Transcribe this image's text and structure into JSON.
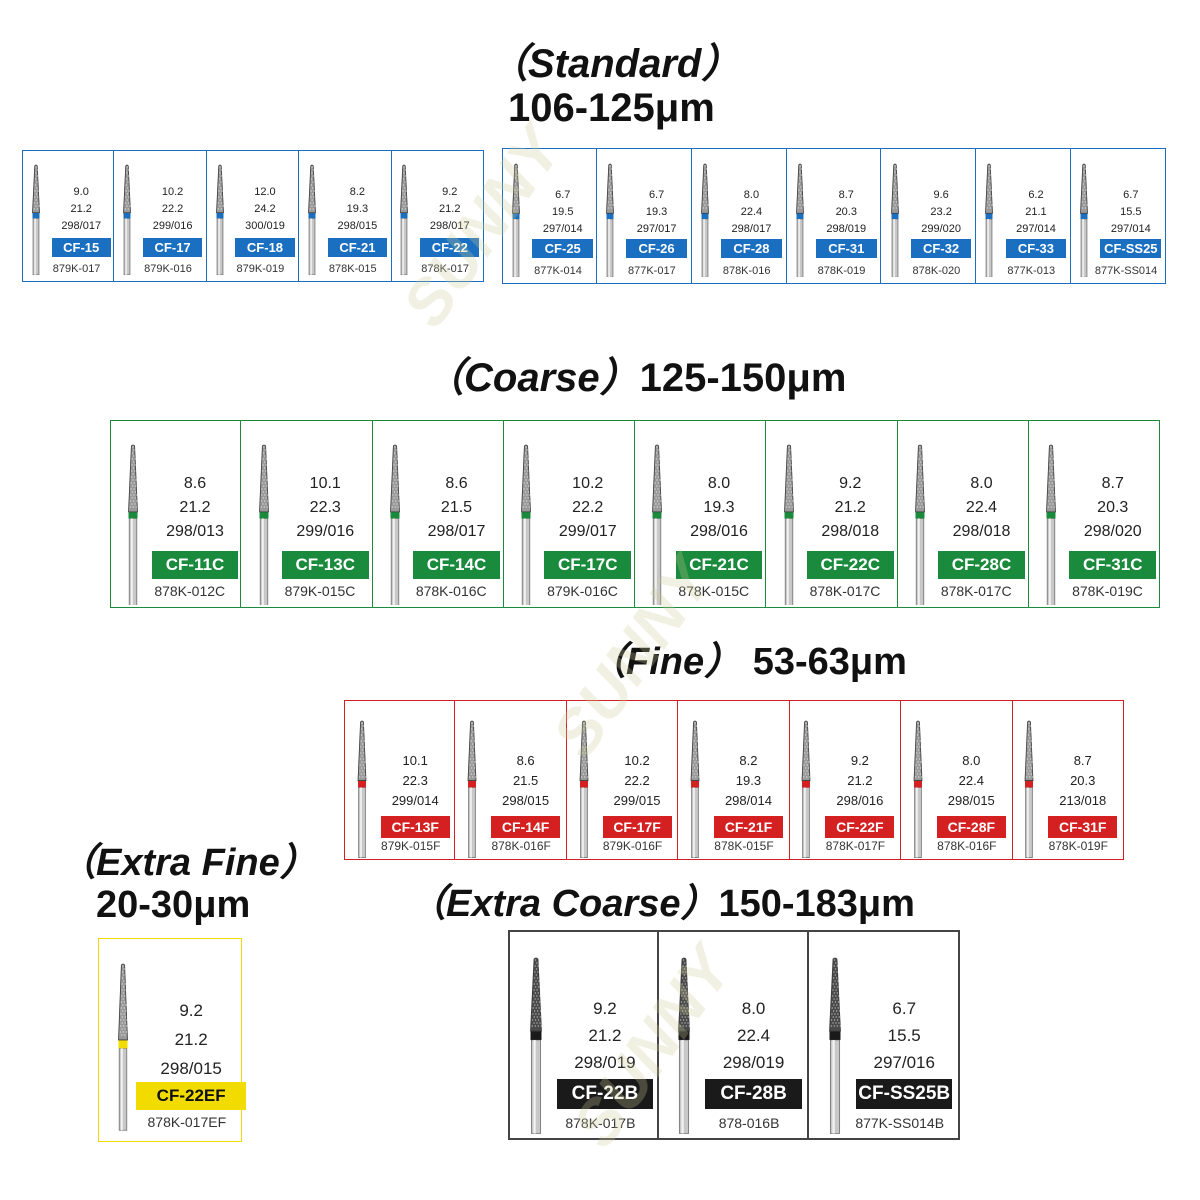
{
  "colors": {
    "standard": "#1a6fc0",
    "coarse": "#1a8a3c",
    "fine": "#d42020",
    "extra_fine": "#f2dc00",
    "extra_coarse": "#1a1a1a"
  },
  "watermark": "SUNNY",
  "standard": {
    "name": "（Standard）",
    "range": "106-125μm",
    "group1": [
      {
        "v1": "9.0",
        "v2": "21.2",
        "v3": "298/017",
        "badge": "CF-15",
        "code": "879K-017"
      },
      {
        "v1": "10.2",
        "v2": "22.2",
        "v3": "299/016",
        "badge": "CF-17",
        "code": "879K-016"
      },
      {
        "v1": "12.0",
        "v2": "24.2",
        "v3": "300/019",
        "badge": "CF-18",
        "code": "879K-019"
      },
      {
        "v1": "8.2",
        "v2": "19.3",
        "v3": "298/015",
        "badge": "CF-21",
        "code": "878K-015"
      },
      {
        "v1": "9.2",
        "v2": "21.2",
        "v3": "298/017",
        "badge": "CF-22",
        "code": "878K-017"
      }
    ],
    "group2": [
      {
        "v1": "6.7",
        "v2": "19.5",
        "v3": "297/014",
        "badge": "CF-25",
        "code": "877K-014"
      },
      {
        "v1": "6.7",
        "v2": "19.3",
        "v3": "297/017",
        "badge": "CF-26",
        "code": "877K-017"
      },
      {
        "v1": "8.0",
        "v2": "22.4",
        "v3": "298/017",
        "badge": "CF-28",
        "code": "878K-016"
      },
      {
        "v1": "8.7",
        "v2": "20.3",
        "v3": "298/019",
        "badge": "CF-31",
        "code": "878K-019"
      },
      {
        "v1": "9.6",
        "v2": "23.2",
        "v3": "299/020",
        "badge": "CF-32",
        "code": "878K-020"
      },
      {
        "v1": "6.2",
        "v2": "21.1",
        "v3": "297/014",
        "badge": "CF-33",
        "code": "877K-013"
      },
      {
        "v1": "6.7",
        "v2": "15.5",
        "v3": "297/014",
        "badge": "CF-SS25",
        "code": "877K-SS014"
      }
    ]
  },
  "coarse": {
    "name": "（Coarse）",
    "range": "125-150μm",
    "items": [
      {
        "v1": "8.6",
        "v2": "21.2",
        "v3": "298/013",
        "badge": "CF-11C",
        "code": "878K-012C"
      },
      {
        "v1": "10.1",
        "v2": "22.3",
        "v3": "299/016",
        "badge": "CF-13C",
        "code": "879K-015C"
      },
      {
        "v1": "8.6",
        "v2": "21.5",
        "v3": "298/017",
        "badge": "CF-14C",
        "code": "878K-016C"
      },
      {
        "v1": "10.2",
        "v2": "22.2",
        "v3": "299/017",
        "badge": "CF-17C",
        "code": "879K-016C"
      },
      {
        "v1": "8.0",
        "v2": "19.3",
        "v3": "298/016",
        "badge": "CF-21C",
        "code": "878K-015C"
      },
      {
        "v1": "9.2",
        "v2": "21.2",
        "v3": "298/018",
        "badge": "CF-22C",
        "code": "878K-017C"
      },
      {
        "v1": "8.0",
        "v2": "22.4",
        "v3": "298/018",
        "badge": "CF-28C",
        "code": "878K-017C"
      },
      {
        "v1": "8.7",
        "v2": "20.3",
        "v3": "298/020",
        "badge": "CF-31C",
        "code": "878K-019C"
      }
    ]
  },
  "fine": {
    "name": "（Fine）",
    "range": "53-63μm",
    "items": [
      {
        "v1": "10.1",
        "v2": "22.3",
        "v3": "299/014",
        "badge": "CF-13F",
        "code": "879K-015F"
      },
      {
        "v1": "8.6",
        "v2": "21.5",
        "v3": "298/015",
        "badge": "CF-14F",
        "code": "878K-016F"
      },
      {
        "v1": "10.2",
        "v2": "22.2",
        "v3": "299/015",
        "badge": "CF-17F",
        "code": "879K-016F"
      },
      {
        "v1": "8.2",
        "v2": "19.3",
        "v3": "298/014",
        "badge": "CF-21F",
        "code": "878K-015F"
      },
      {
        "v1": "9.2",
        "v2": "21.2",
        "v3": "298/016",
        "badge": "CF-22F",
        "code": "878K-017F"
      },
      {
        "v1": "8.0",
        "v2": "22.4",
        "v3": "298/015",
        "badge": "CF-28F",
        "code": "878K-016F"
      },
      {
        "v1": "8.7",
        "v2": "20.3",
        "v3": "213/018",
        "badge": "CF-31F",
        "code": "878K-019F"
      }
    ]
  },
  "extra_fine": {
    "name": "（Extra Fine）",
    "range": "20-30μm",
    "items": [
      {
        "v1": "9.2",
        "v2": "21.2",
        "v3": "298/015",
        "badge": "CF-22EF",
        "code": "878K-017EF"
      }
    ]
  },
  "extra_coarse": {
    "name": "（Extra Coarse）",
    "range": "150-183μm",
    "items": [
      {
        "v1": "9.2",
        "v2": "21.2",
        "v3": "298/019",
        "badge": "CF-22B",
        "code": "878K-017B"
      },
      {
        "v1": "8.0",
        "v2": "22.4",
        "v3": "298/019",
        "badge": "CF-28B",
        "code": "878-016B"
      },
      {
        "v1": "6.7",
        "v2": "15.5",
        "v3": "297/016",
        "badge": "CF-SS25B",
        "code": "877K-SS014B"
      }
    ]
  }
}
